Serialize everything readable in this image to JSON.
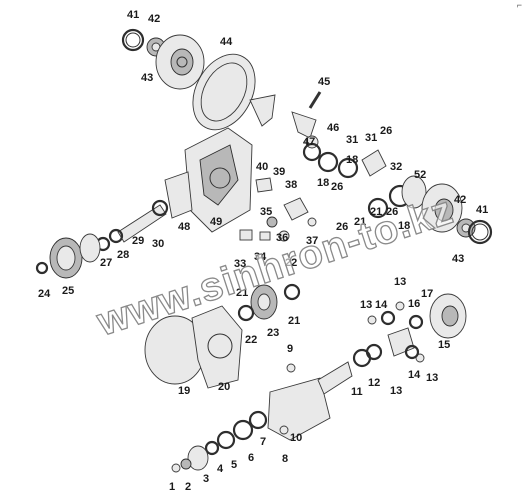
{
  "callouts": {
    "n1": "1",
    "n2": "2",
    "n3": "3",
    "n4": "4",
    "n5": "5",
    "n6": "6",
    "n7": "7",
    "n8": "8",
    "n9": "9",
    "n10": "10",
    "n11": "11",
    "n12": "12",
    "n13": "13",
    "n14": "14",
    "n15": "15",
    "n16": "16",
    "n17": "17",
    "n18": "18",
    "n19": "19",
    "n20": "20",
    "n21": "21",
    "n22": "22",
    "n23": "23",
    "n24": "24",
    "n25": "25",
    "n26": "26",
    "n27": "27",
    "n28": "28",
    "n29": "29",
    "n30": "30",
    "n31": "31",
    "n32": "32",
    "n33": "33",
    "n34": "34",
    "n35": "35",
    "n36": "36",
    "n37": "37",
    "n38": "38",
    "n39": "39",
    "n40": "40",
    "n41": "41",
    "n42": "42",
    "n43": "43",
    "n44": "44",
    "n45": "45",
    "n46": "46",
    "n47": "47",
    "n48": "48",
    "n49": "49",
    "n52": "52"
  },
  "watermark": {
    "text": "www.sinhron-to.kz"
  },
  "corner_mark": {
    "text": "⌐"
  }
}
